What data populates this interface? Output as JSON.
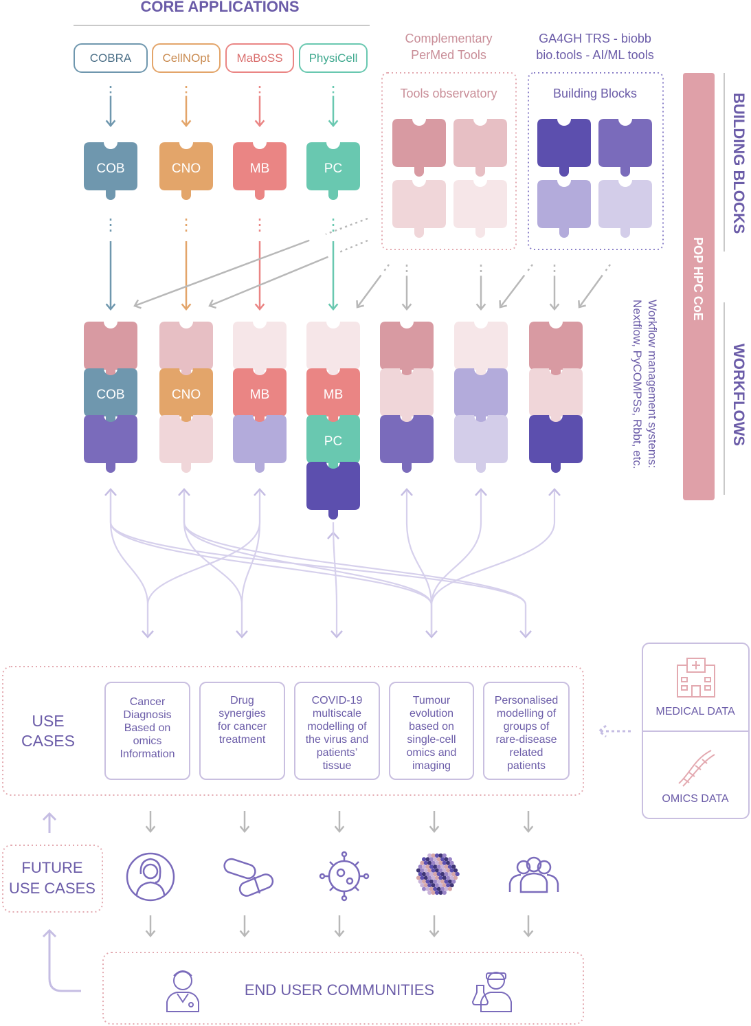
{
  "title": "CORE APPLICATIONS",
  "apps": [
    {
      "name": "COBRA",
      "abbr": "COB",
      "color": "#6f97ae"
    },
    {
      "name": "CellNOpt",
      "abbr": "CNO",
      "color": "#e3a56a"
    },
    {
      "name": "MaBoSS",
      "abbr": "MB",
      "color": "#ea8584"
    },
    {
      "name": "PhysiCell",
      "abbr": "PC",
      "color": "#69c8b0"
    }
  ],
  "complementary": {
    "line1": "Complementary",
    "line2": "PerMed Tools",
    "box_label": "Tools observatory"
  },
  "ga4gh": {
    "line1": "GA4GH TRS - biobb",
    "line2": "bio.tools - AI/ML tools",
    "box_label": "Building Blocks"
  },
  "side": {
    "building_blocks": "BUILDING BLOCKS",
    "workflows": "WORKFLOWS",
    "pop": "POP HPC CoE",
    "wms1": "Workflow management systems:",
    "wms2": "Nextflow, PyCOMPSs, Rbbt, etc."
  },
  "use_cases": {
    "label1": "USE",
    "label2": "CASES",
    "items": [
      [
        "Cancer",
        "Diagnosis",
        "Based on",
        "omics",
        "Information"
      ],
      [
        "Drug",
        "synergies",
        "for cancer",
        "treatment"
      ],
      [
        "COVID-19",
        "multiscale",
        "modelling of",
        "the virus and",
        "patients’",
        "tissue"
      ],
      [
        "Tumour",
        "evolution",
        "based on",
        "single-cell",
        "omics and",
        "imaging"
      ],
      [
        "Personalised",
        "modelling of",
        "groups of",
        "rare-disease",
        "related",
        "patients"
      ]
    ]
  },
  "future": {
    "line1": "FUTURE",
    "line2": "USE CASES"
  },
  "data_sources": {
    "medical": "MEDICAL DATA",
    "omics": "OMICS DATA"
  },
  "end_users": "END USER COMMUNITIES",
  "colors": {
    "purple_text": "#6b5ca8",
    "pink_text": "#c98e98",
    "tools_dark": "#d89aa2",
    "tools_mid": "#e7bfc4",
    "tools_light": "#f0d6d9",
    "tools_lighter": "#f6e6e8",
    "bb_dark": "#5c4fae",
    "bb_mid": "#7a6bbb",
    "bb_light": "#b3abdb",
    "bb_lighter": "#d3cde9",
    "pop_bar": "#dfa0a8",
    "gray_arrow": "#b8b8b8",
    "lilac_line": "#d6d0ec"
  }
}
